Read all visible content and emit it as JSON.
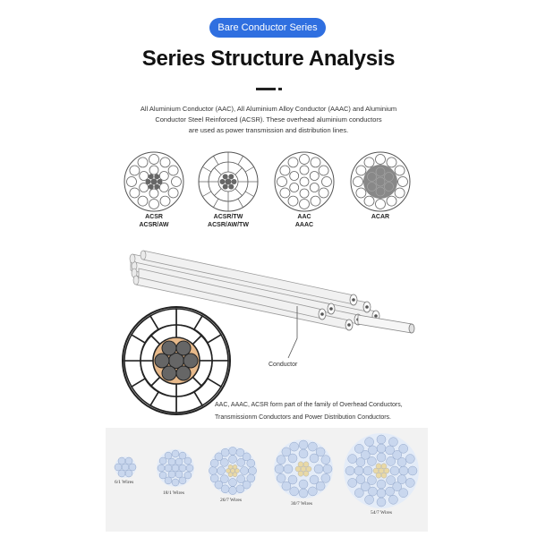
{
  "header": {
    "badge": "Bare Conductor Series",
    "title": "Series Structure Analysis"
  },
  "intro": {
    "lines": [
      "All Aluminium Conductor (AAC), All Aluminium Alloy Conductor (AAAC) and Aluminium",
      "Conductor Steel Reinforced (ACSR). These overhead aluminium  conductors",
      "are used as power transmission and distribution lines."
    ]
  },
  "cross_sections": [
    {
      "line1": "ACSR",
      "line2": "ACSR/AW"
    },
    {
      "line1": "ACSR/TW",
      "line2": "ACSR/AW/TW"
    },
    {
      "line1": "AAC",
      "line2": "AAAC"
    },
    {
      "line1": "ACAR",
      "line2": ""
    }
  ],
  "diagram": {
    "conductor_label": "Conductor"
  },
  "note": {
    "lines": [
      "AAC, AAAC, ACSR form part of the family of Overhead Conductors,",
      "Transmissionm Conductors and Power Distribution Conductors."
    ]
  },
  "strandings": [
    {
      "label": "6/1 Wires"
    },
    {
      "label": "18/1 Wires"
    },
    {
      "label": "26/7 Wires"
    },
    {
      "label": "30/7 Wires"
    },
    {
      "label": "54/7 Wires"
    }
  ],
  "colors": {
    "badge_bg": "#2f6fe0",
    "steel_core": "#666666",
    "core_bg": "#e7b98a",
    "strand_fill": "#c9d7ee"
  }
}
